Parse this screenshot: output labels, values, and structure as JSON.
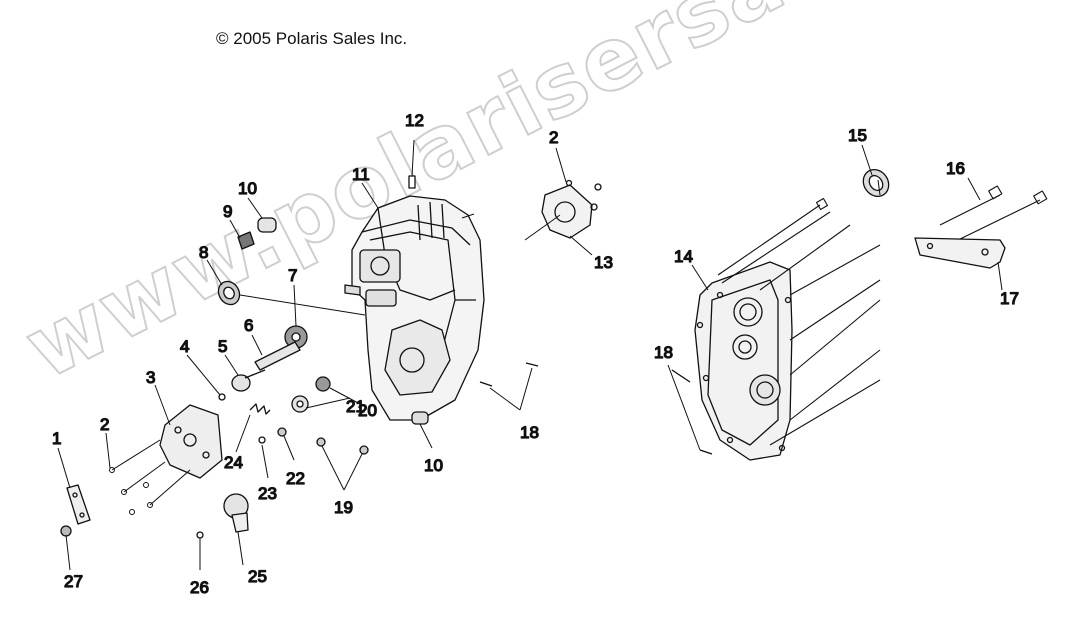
{
  "copyright": "© 2005 Polaris Sales Inc.",
  "watermark": "www.polarisersatzteile.de",
  "callouts": [
    {
      "id": "c1",
      "label": "1"
    },
    {
      "id": "c27",
      "label": "27"
    },
    {
      "id": "c2a",
      "label": "2"
    },
    {
      "id": "c3",
      "label": "3"
    },
    {
      "id": "c4",
      "label": "4"
    },
    {
      "id": "c5",
      "label": "5"
    },
    {
      "id": "c6",
      "label": "6"
    },
    {
      "id": "c7",
      "label": "7"
    },
    {
      "id": "c8",
      "label": "8"
    },
    {
      "id": "c9",
      "label": "9"
    },
    {
      "id": "c10a",
      "label": "10"
    },
    {
      "id": "c11",
      "label": "11"
    },
    {
      "id": "c12",
      "label": "12"
    },
    {
      "id": "c2b",
      "label": "2"
    },
    {
      "id": "c13",
      "label": "13"
    },
    {
      "id": "c24",
      "label": "24"
    },
    {
      "id": "c23",
      "label": "23"
    },
    {
      "id": "c22",
      "label": "22"
    },
    {
      "id": "c21",
      "label": "21"
    },
    {
      "id": "c20",
      "label": "20"
    },
    {
      "id": "c19",
      "label": "19"
    },
    {
      "id": "c10b",
      "label": "10"
    },
    {
      "id": "c18a",
      "label": "18"
    },
    {
      "id": "c25",
      "label": "25"
    },
    {
      "id": "c26",
      "label": "26"
    },
    {
      "id": "c14",
      "label": "14"
    },
    {
      "id": "c15",
      "label": "15"
    },
    {
      "id": "c16",
      "label": "16"
    },
    {
      "id": "c17",
      "label": "17"
    },
    {
      "id": "c18b",
      "label": "18"
    }
  ]
}
